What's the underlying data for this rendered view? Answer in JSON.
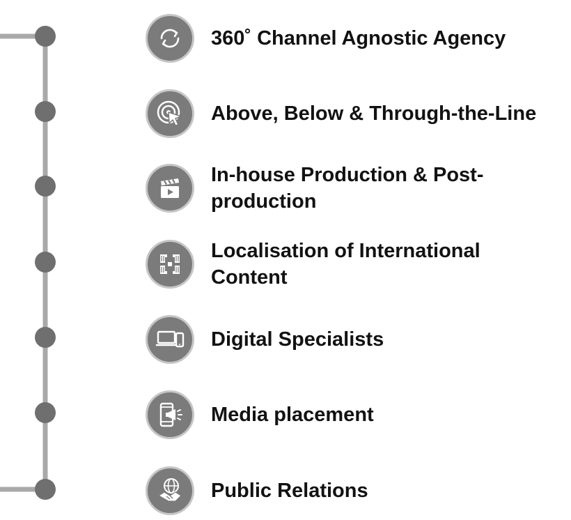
{
  "colors": {
    "line": "#a9a9a9",
    "node": "#6f6f6f",
    "icon_bg": "#7b7b7b",
    "icon_ring": "#c6c6c6",
    "icon_fg": "#ffffff",
    "text": "#121212"
  },
  "services": [
    {
      "label": "360˚ Channel Agnostic Agency",
      "icon": "refresh-icon"
    },
    {
      "label": "Above, Below & Through-the-Line",
      "icon": "target-cursor-icon"
    },
    {
      "label": "In-house Production & Post-production",
      "icon": "clapperboard-icon"
    },
    {
      "label": "Localisation of International Content",
      "icon": "hands-together-icon"
    },
    {
      "label": "Digital Specialists",
      "icon": "devices-icon"
    },
    {
      "label": "Media placement",
      "icon": "phone-megaphone-icon"
    },
    {
      "label": "Public Relations",
      "icon": "globe-handshake-icon"
    }
  ]
}
